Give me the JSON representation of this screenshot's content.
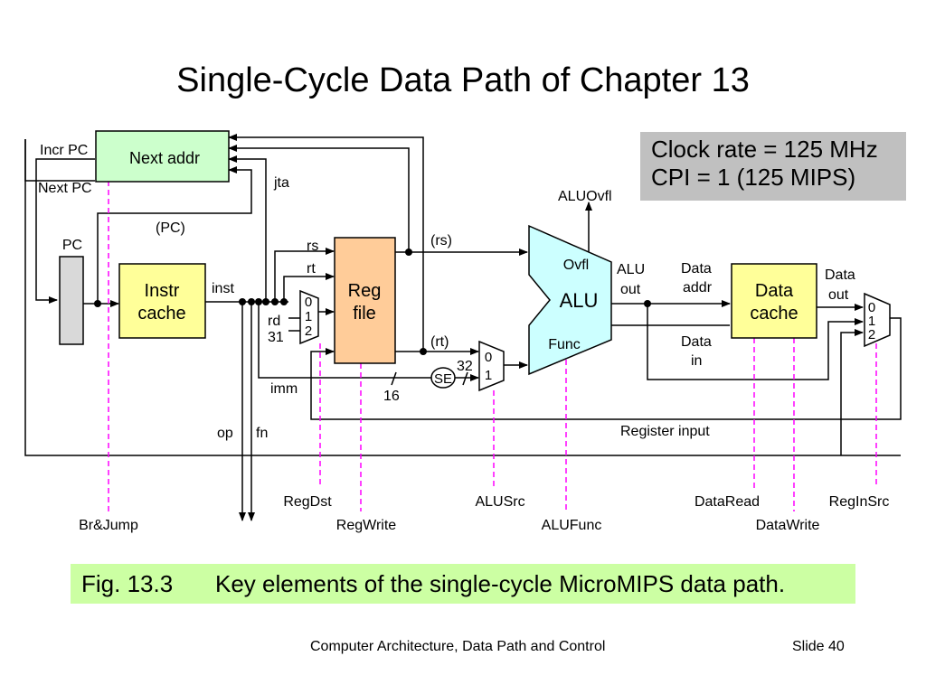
{
  "title": "Single-Cycle Data Path of Chapter 13",
  "clock_box": {
    "line1": "Clock rate = 125 MHz",
    "line2": "CPI = 1  (125 MIPS)"
  },
  "blocks": {
    "next_addr": "Next addr",
    "pc": "PC",
    "instr_cache": [
      "Instr",
      "cache"
    ],
    "reg_file": [
      "Reg",
      "file"
    ],
    "alu": "ALU",
    "alu_ovfl": "Ovfl",
    "alu_func": "Func",
    "data_cache": [
      "Data",
      "cache"
    ],
    "se": "SE"
  },
  "signals": {
    "incr_pc": "Incr PC",
    "next_pc": "Next PC",
    "jta": "jta",
    "pc_paren": "(PC)",
    "rs": "rs",
    "rt": "rt",
    "rd": "rd",
    "thirty_one": "31",
    "inst": "inst",
    "imm": "imm",
    "sixteen": "16",
    "thirty_two": "32",
    "rs_paren": "(rs)",
    "rt_paren": "(rt)",
    "alu_ovfl_out": "ALUOvfl",
    "alu_out": [
      "ALU",
      "out"
    ],
    "data_addr": [
      "Data",
      "addr"
    ],
    "data_in": [
      "Data",
      "in"
    ],
    "data_out": [
      "Data",
      "out"
    ],
    "register_input": "Register input",
    "op": "op",
    "fn": "fn"
  },
  "mux_labels": {
    "regdst": [
      "0",
      "1",
      "2"
    ],
    "alusrc": [
      "0",
      "1"
    ],
    "reginsrc": [
      "0",
      "1",
      "2"
    ]
  },
  "controls": {
    "br_jump": "Br&Jump",
    "reg_dst": "RegDst",
    "reg_write": "RegWrite",
    "alu_src": "ALUSrc",
    "alu_func": "ALUFunc",
    "data_read": "DataRead",
    "data_write": "DataWrite",
    "reg_in_src": "RegInSrc"
  },
  "caption": {
    "fig": "Fig. 13.3",
    "text": "Key elements of the single-cycle MicroMIPS data path."
  },
  "footer": {
    "left": "Computer Architecture, Data Path and Control",
    "right": "Slide 40"
  },
  "colors": {
    "next_addr_fill": "#ccffcc",
    "cache_fill": "#ffff99",
    "reg_file_fill": "#ffcc99",
    "alu_fill": "#ccffff",
    "pc_fill": "#d9d9d9",
    "control_line": "#ff00ff",
    "clock_box_fill": "#c0c0c0",
    "caption_fill": "#ccffa3"
  }
}
